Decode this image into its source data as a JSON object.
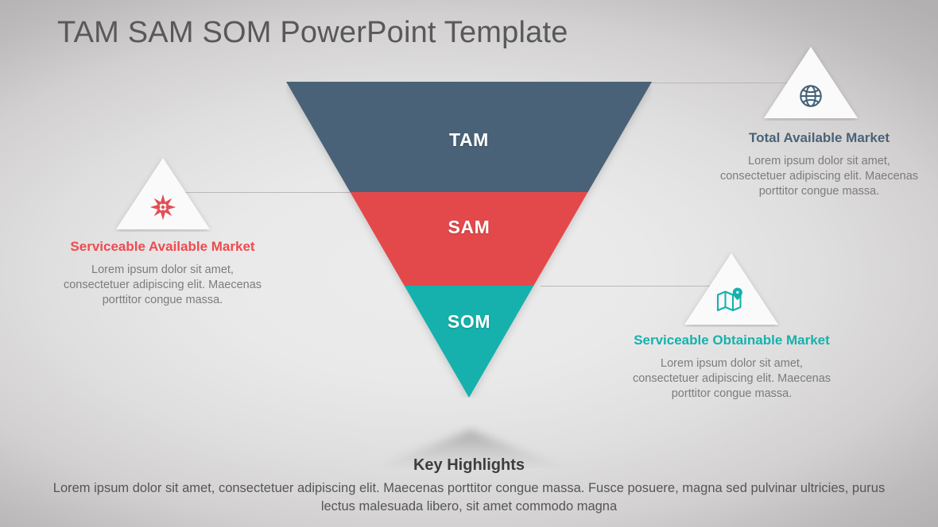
{
  "slide": {
    "title": "TAM SAM SOM PowerPoint Template",
    "background": {
      "center": "#ececec",
      "edge": "#b2b0b0"
    }
  },
  "funnel": {
    "bands": [
      {
        "label": "TAM",
        "color": "#4a6277"
      },
      {
        "label": "SAM",
        "color": "#e3494c"
      },
      {
        "label": "SOM",
        "color": "#16b1ad"
      }
    ]
  },
  "callouts": [
    {
      "id": "tam",
      "icon": "globe-icon",
      "title": "Total Available Market",
      "body": "Lorem ipsum dolor sit amet, consectetuer adipiscing elit. Maecenas porttitor congue massa.",
      "color": "#4a6277"
    },
    {
      "id": "sam",
      "icon": "compass-icon",
      "title": "Serviceable Available Market",
      "body": "Lorem ipsum dolor sit amet, consectetuer adipiscing elit. Maecenas porttitor congue massa.",
      "color": "#ef4a4f"
    },
    {
      "id": "som",
      "icon": "map-pin-icon",
      "title": "Serviceable Obtainable Market",
      "body": "Lorem ipsum dolor sit amet, consectetuer adipiscing elit. Maecenas porttitor congue massa.",
      "color": "#16b1ad"
    }
  ],
  "key_highlights": {
    "title": "Key Highlights",
    "body": "Lorem ipsum dolor sit amet, consectetuer adipiscing elit. Maecenas porttitor congue massa. Fusce posuere, magna sed pulvinar ultricies, purus lectus malesuada libero, sit amet commodo magna"
  }
}
